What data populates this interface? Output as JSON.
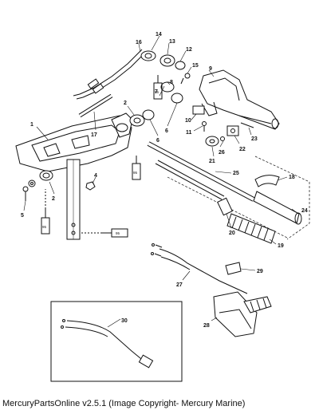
{
  "caption": "MercuryPartsOnline v2.5.1 (Image Copyright- Mercury Marine)",
  "callouts": [
    "1",
    "2",
    "2",
    "4",
    "5",
    "6",
    "6",
    "7",
    "8",
    "9",
    "10",
    "11",
    "12",
    "13",
    "14",
    "15",
    "16",
    "17",
    "18",
    "19",
    "20",
    "21",
    "22",
    "23",
    "24",
    "25",
    "26",
    "27",
    "28",
    "29",
    "30"
  ],
  "tube_labels": [
    "95",
    "95",
    "95",
    "95"
  ],
  "colors": {
    "ink": "#111111",
    "background": "#ffffff"
  }
}
